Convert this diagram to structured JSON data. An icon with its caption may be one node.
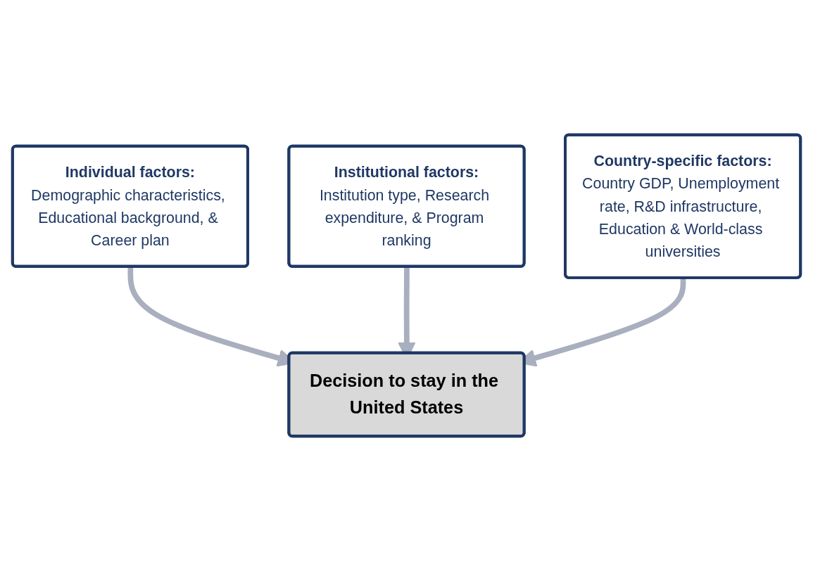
{
  "diagram": {
    "nodes": [
      {
        "text": [
          "Individual factors:",
          "Demographic characteristics, Educational background, & Career plan"
        ]
      },
      {
        "text": [
          "Institutional factors:",
          "Institution type, Research expenditure, & Program ranking"
        ]
      },
      {
        "text": [
          "Country-specific factors:",
          "Country GDP, Unemployment rate, R&D infrastructure, Education & World-class universities"
        ]
      },
      {
        "text": [
          "Decision to stay in the United States"
        ]
      }
    ],
    "edges": [
      {
        "from": 0,
        "to": 3,
        "arrow": "to"
      },
      {
        "from": 1,
        "to": 3,
        "arrow": "to"
      },
      {
        "from": 2,
        "to": 3,
        "arrow": "to"
      }
    ]
  }
}
